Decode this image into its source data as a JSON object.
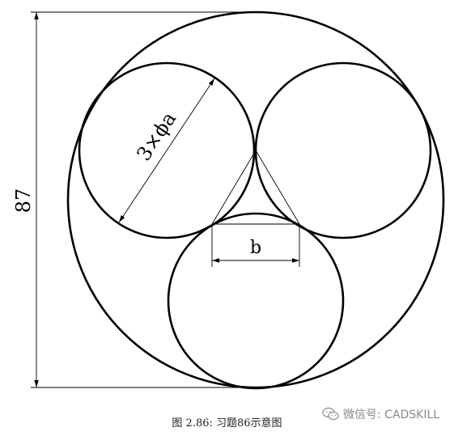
{
  "diagram": {
    "dimensions": {
      "outer_height": "87",
      "circle_diameter": "3×ϕa",
      "gap_width": "b"
    }
  },
  "caption": "图 2.86:  习题86示意图",
  "watermark": {
    "text": "微信号: CADSKILL",
    "icon": "wechat-icon"
  }
}
